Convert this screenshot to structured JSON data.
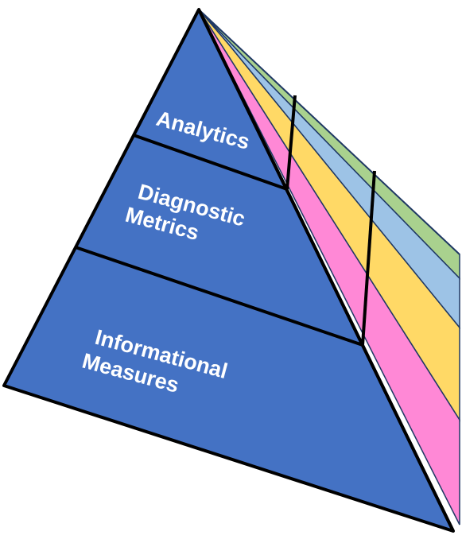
{
  "diagram": {
    "tiers": [
      {
        "id": "analytics",
        "lines": [
          "Analytics"
        ]
      },
      {
        "id": "diagnostic",
        "lines": [
          "Diagnostic",
          "Metrics"
        ]
      },
      {
        "id": "informational",
        "lines": [
          "Informational",
          "Measures"
        ]
      }
    ],
    "colors": {
      "front_face": "#4472C4",
      "stroke": "#000000",
      "band_pink": "#FF88D6",
      "band_yellow": "#FFD966",
      "band_blue": "#9DC3E6",
      "band_green": "#A9D18E",
      "band_edge": "#1F3864",
      "text": "#FFFFFF"
    }
  }
}
